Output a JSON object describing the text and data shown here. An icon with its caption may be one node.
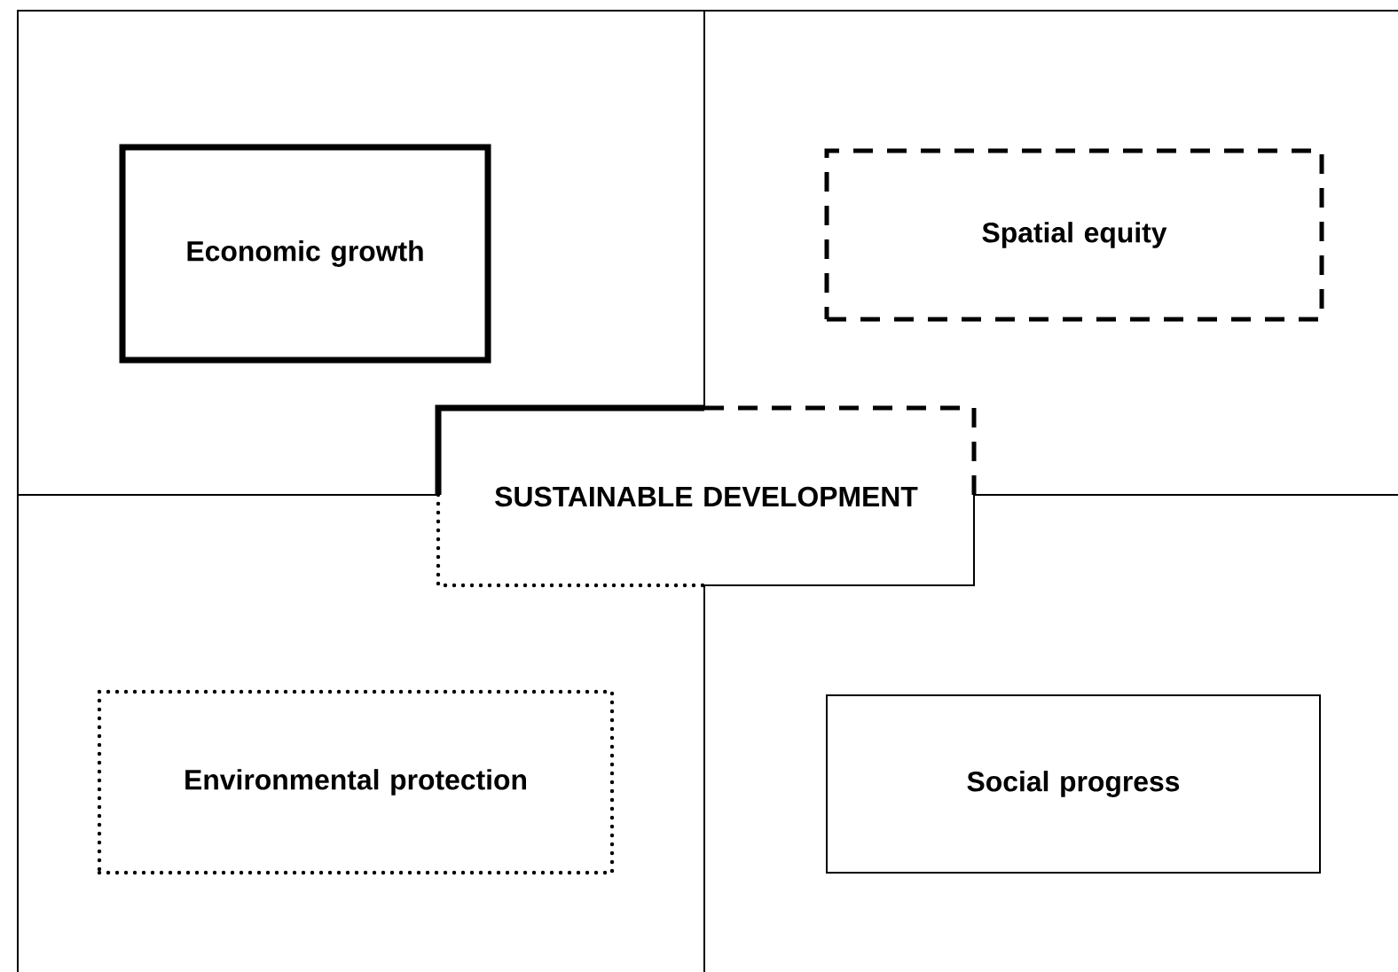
{
  "diagram": {
    "nodes": [
      {
        "text": [
          "Economic growth"
        ]
      },
      {
        "text": [
          "Spatial equity"
        ]
      },
      {
        "text": [
          "SUSTAINABLE DEVELOPMENT"
        ]
      },
      {
        "text": [
          "Environmental protection"
        ]
      },
      {
        "text": [
          "Social progress"
        ]
      }
    ]
  }
}
